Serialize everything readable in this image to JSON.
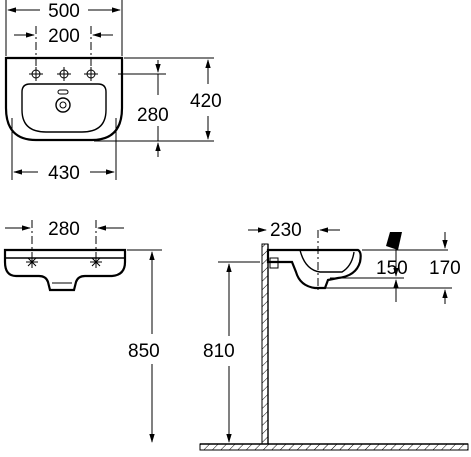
{
  "dimensions": {
    "top_width": "500",
    "tap_hole_spacing": "200",
    "bowl_depth": "280",
    "overall_depth": "420",
    "bottom_width": "430",
    "front_hole_spacing": "280",
    "height_front": "850",
    "height_side": "810",
    "side_projection": "230",
    "basin_height": "150",
    "overflow_height": "170"
  },
  "colors": {
    "line": "#000000",
    "background": "#ffffff"
  }
}
